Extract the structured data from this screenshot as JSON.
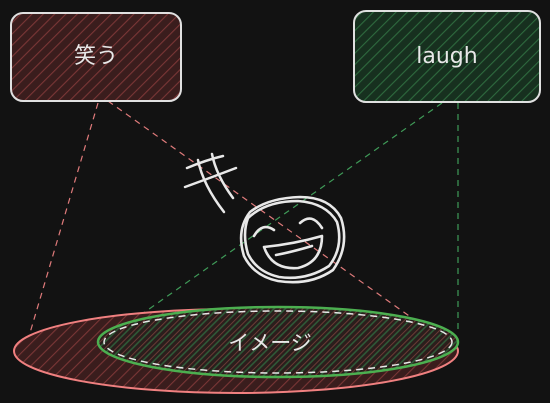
{
  "nodes": {
    "jp_word": {
      "label": "笑う",
      "fill": "#3a1d1d",
      "stroke": "#e0e0e0",
      "hatch": "#7a3636"
    },
    "en_word": {
      "label": "laugh",
      "fill": "#17301f",
      "stroke": "#e0e0e0",
      "hatch": "#2e6a3e"
    },
    "image_concept": {
      "label": "イメージ",
      "red_stroke": "#f08080",
      "green_stroke": "#4caf50"
    }
  },
  "colors": {
    "background": "#121212",
    "red_connector": "#e07b7b",
    "green_connector": "#3f9a58",
    "sketch": "#e8e8e8"
  },
  "icons": [
    "laughing-face-icon",
    "laugh-sound-marks-icon"
  ]
}
